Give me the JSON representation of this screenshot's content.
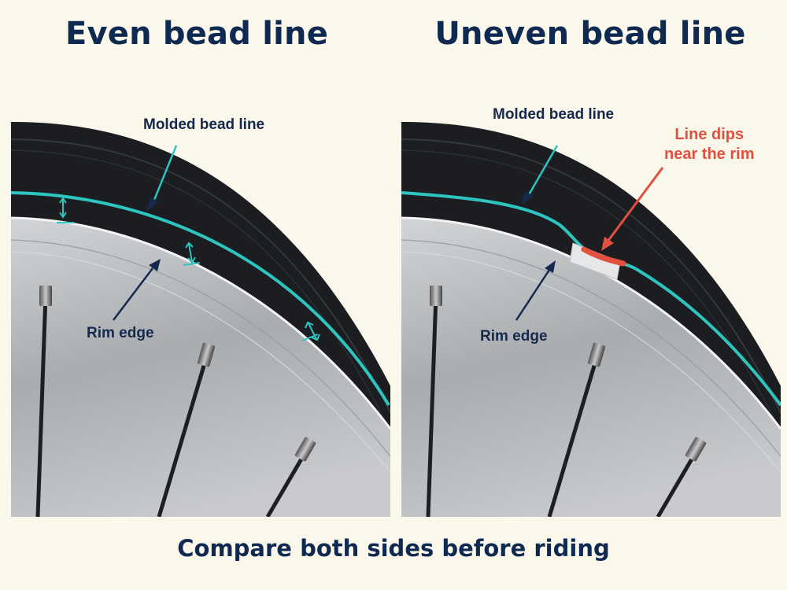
{
  "panels": [
    {
      "title": "Even bead line",
      "labels": {
        "bead": "Molded bead line",
        "rim": "Rim edge"
      }
    },
    {
      "title": "Uneven bead line",
      "labels": {
        "bead": "Molded bead line",
        "rim": "Rim edge",
        "warning_line1": "Line dips",
        "warning_line2": "near the rim"
      }
    }
  ],
  "footer": "Compare both sides before riding",
  "colors": {
    "background": "#fbf7ea",
    "title": "#0f2a52",
    "bead_line": "#2ec4c0",
    "warning": "#e2503f",
    "tire": "#1b1d20",
    "rim": "#b7b9bc"
  }
}
